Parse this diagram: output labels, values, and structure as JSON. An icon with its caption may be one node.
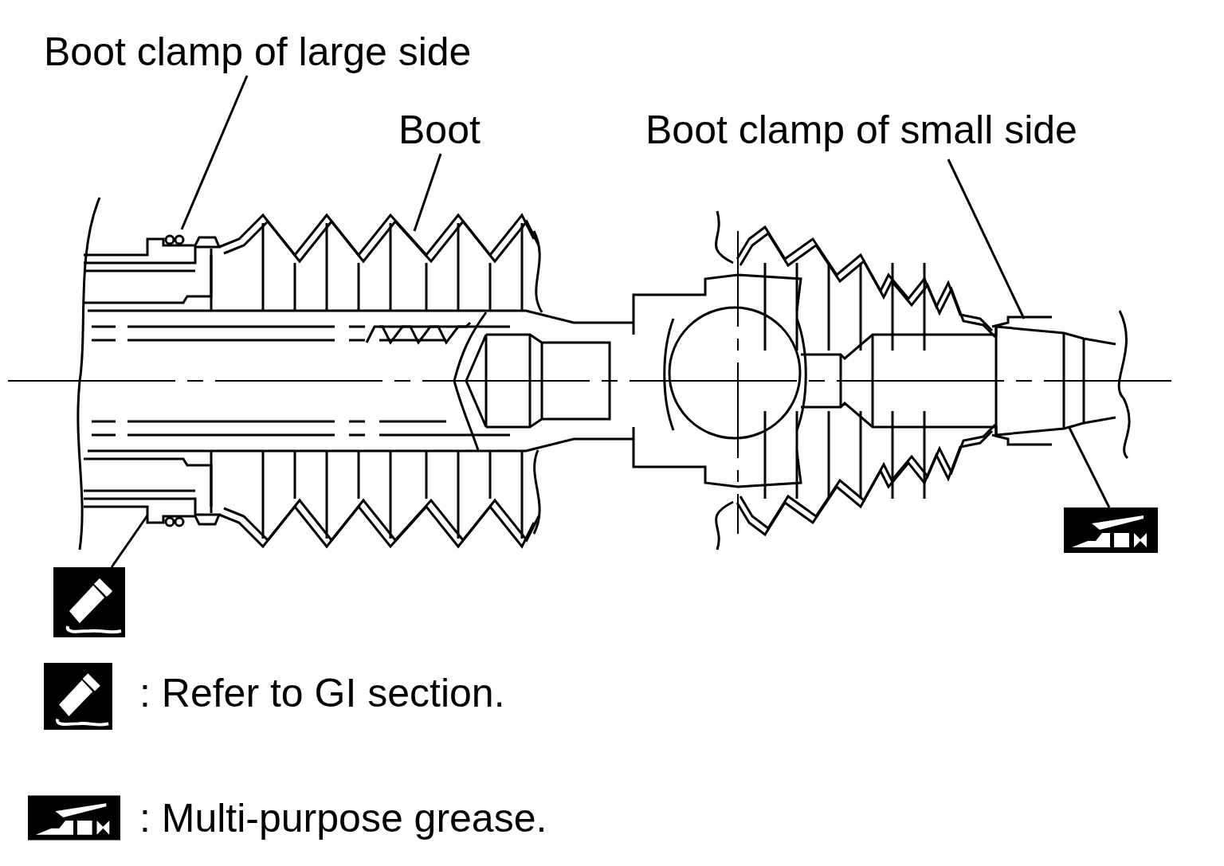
{
  "diagram": {
    "nodes": [
      {
        "text": [
          "Boot clamp of large side"
        ]
      },
      {
        "text": [
          "Boot"
        ]
      },
      {
        "text": [
          "Boot clamp of small side"
        ]
      },
      {
        "text": [],
        "shape": "picture"
      },
      {
        "text": [],
        "shape": "picture"
      }
    ],
    "edges": [
      {
        "from": 0,
        "to": null,
        "arrow": "none"
      },
      {
        "from": 1,
        "to": null,
        "arrow": "none"
      },
      {
        "from": 2,
        "to": null,
        "arrow": "none"
      },
      {
        "from": 3,
        "to": null,
        "arrow": "none"
      },
      {
        "from": 4,
        "to": null,
        "arrow": "none"
      }
    ],
    "legend": [
      {
        "text": ": Refer to GI section."
      },
      {
        "text": ": Multi-purpose grease."
      }
    ]
  }
}
